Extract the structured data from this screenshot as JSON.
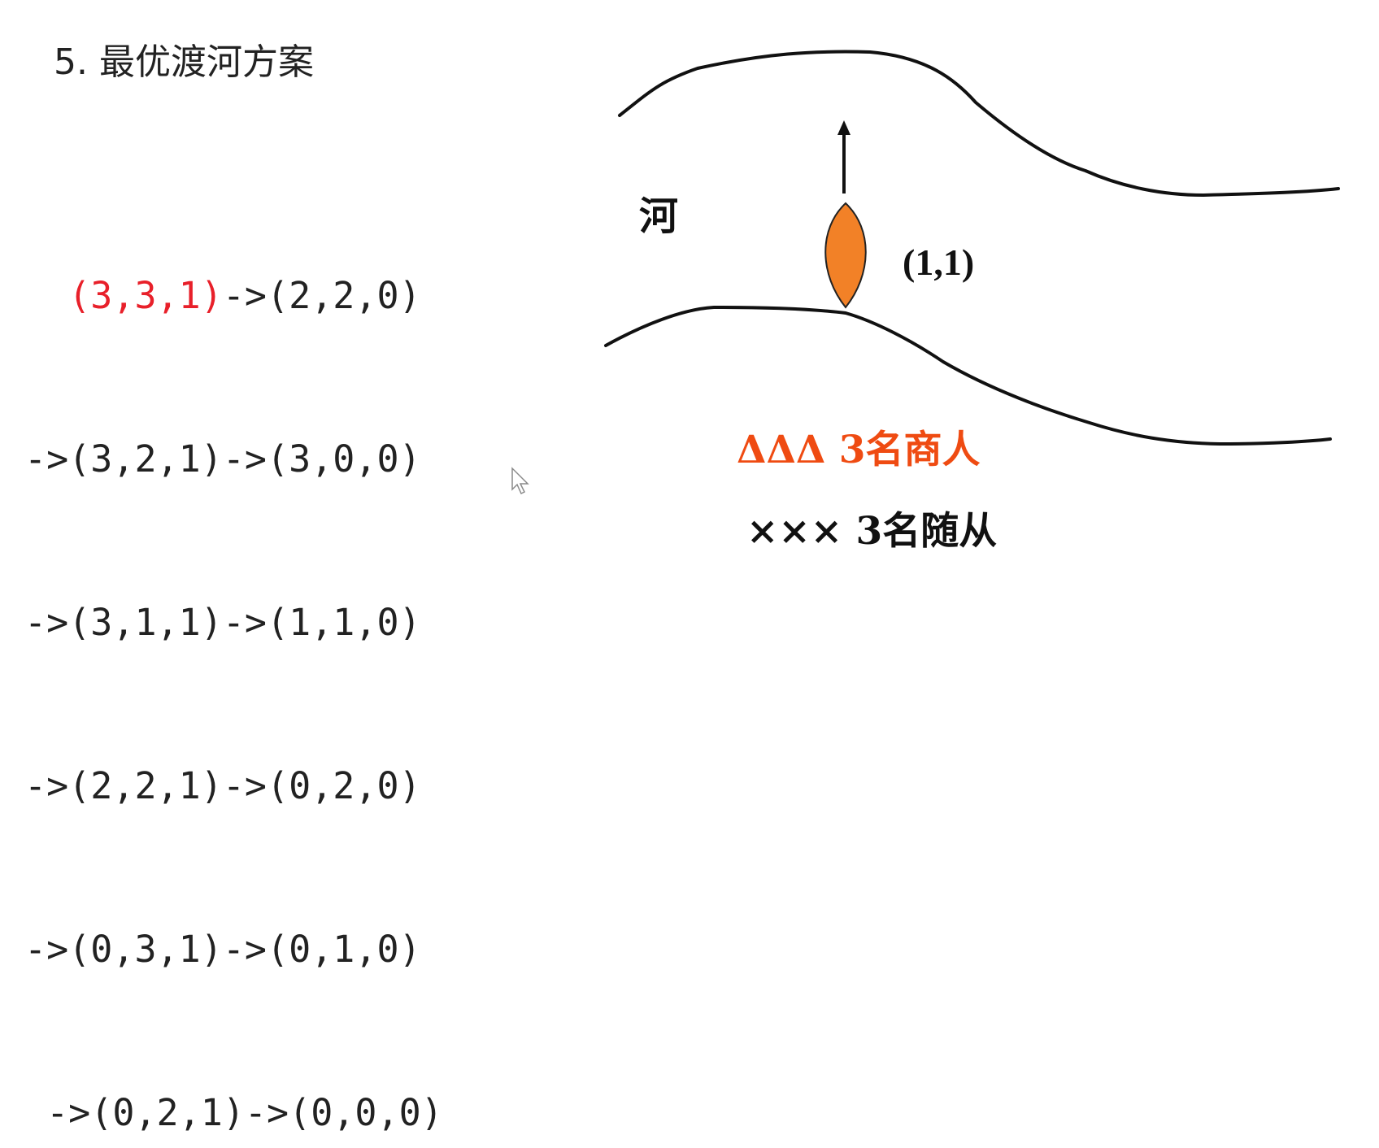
{
  "slide": {
    "title": "5. 最优渡河方案"
  },
  "path": {
    "start": "(3,3,1)",
    "line1_rest": "->(2,2,0)",
    "lines": [
      "->(3,2,1)->(3,0,0)",
      "->(3,1,1)->(1,1,0)",
      "->(2,2,1)->(0,2,0)",
      "->(0,3,1)->(0,1,0)",
      " ->(0,2,1)->(0,0,0)"
    ]
  },
  "diagram": {
    "river_label": "河",
    "boat_load": "(1,1)",
    "merchants": "ΔΔΔ 3名商人",
    "followers": "××× 3名随从",
    "boat_color": "#f28127",
    "merchant_color": "#ef4b12"
  }
}
